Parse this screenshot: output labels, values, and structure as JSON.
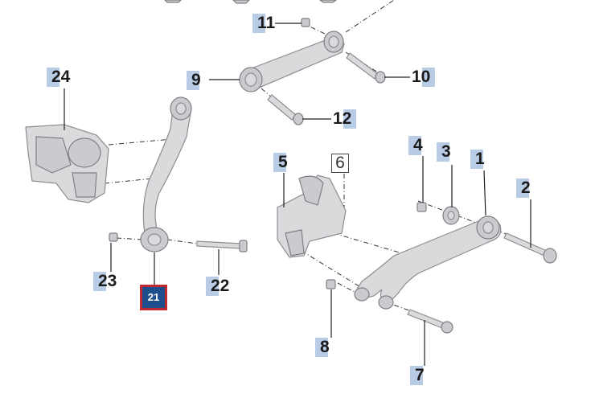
{
  "callouts": {
    "p1": "1",
    "p2": "2",
    "p3": "3",
    "p4": "4",
    "p5": "5",
    "p6": "6",
    "p7": "7",
    "p8": "8",
    "p9": "9",
    "p10": "10",
    "p11": "11",
    "p12": "12",
    "p21": "21",
    "p22": "22",
    "p23": "23",
    "p24": "24"
  },
  "colors": {
    "callout_tab": "#b9cce6",
    "highlight_fill": "#1f4e8c",
    "highlight_border": "#c0282f",
    "part_fill": "#d9dadc"
  }
}
